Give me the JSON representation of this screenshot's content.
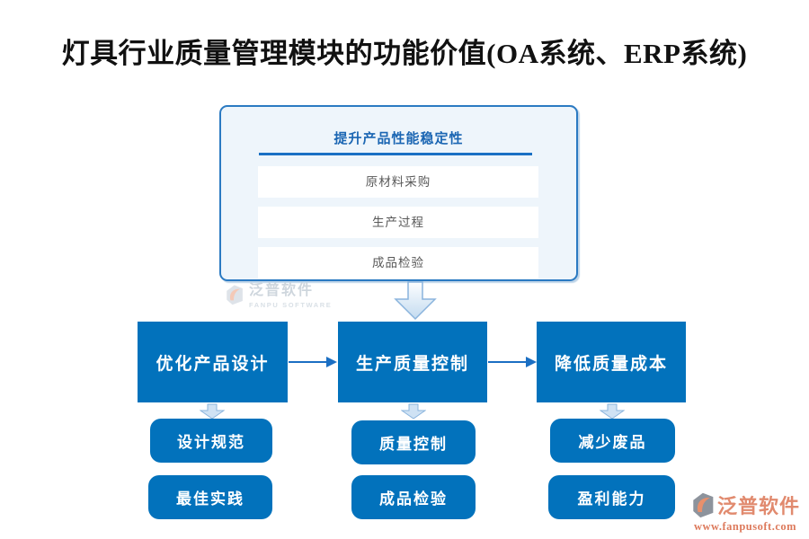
{
  "title": "灯具行业质量管理模块的功能价值(OA系统、ERP系统)",
  "top_panel": {
    "heading": "提升产品性能稳定性",
    "items": [
      "原材料采购",
      "生产过程",
      "成品检验"
    ]
  },
  "flow": {
    "columns": [
      {
        "label": "优化产品设计",
        "children": [
          "设计规范",
          "最佳实践"
        ]
      },
      {
        "label": "生产质量控制",
        "children": [
          "质量控制",
          "成品检验"
        ]
      },
      {
        "label": "降低质量成本",
        "children": [
          "减少废品",
          "盈利能力"
        ]
      }
    ]
  },
  "watermark": {
    "brand": "泛普软件",
    "subtext": "FANPU SOFTWARE"
  },
  "logo": {
    "brand": "泛普软件",
    "url": "www.fanpusoft.com"
  },
  "colors": {
    "node_blue": "#0272bc",
    "panel_border": "#2b7ac2",
    "panel_bg": "#eef5fb",
    "heading_blue": "#1b66b3",
    "bar_text_gray": "#595959",
    "connector_blue": "#1b6fc3",
    "light_arrow_fill": "#cfe2f4",
    "light_arrow_border": "#8ab4dd",
    "logo_salmon": "#e18a6e"
  }
}
